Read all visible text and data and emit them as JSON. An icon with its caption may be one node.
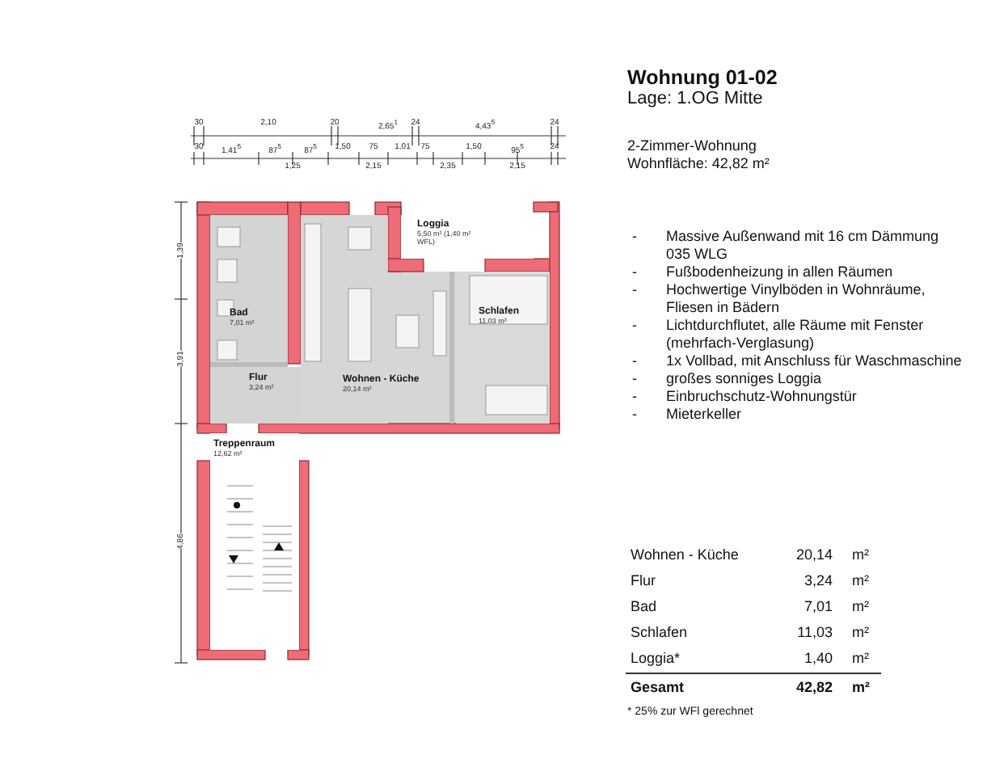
{
  "diagram": {
    "title": "Wohnung 01-02",
    "nodes": [
      {
        "text": [
          "Loggia",
          "5,50 m² (1,40 m² WFL)"
        ]
      },
      {
        "text": [
          "Bad",
          "7,01 m²"
        ]
      },
      {
        "text": [
          "Schlafen",
          "11,03 m²"
        ]
      },
      {
        "text": [
          "Flur",
          "3,24 m²"
        ]
      },
      {
        "text": [
          "Wohnen - Küche",
          "20,14 m²"
        ]
      },
      {
        "text": [
          "Treppenraum",
          "12,62 m²"
        ]
      }
    ],
    "labels": [
      "Lage: 1.OG Mitte",
      "2-Zimmer-Wohnung",
      "Wohnfläche: 42,82 m²",
      "-",
      "Massive Außenwand mit 16 cm Dämmung 035 WLG",
      "-",
      "Fußbodenheizung in allen Räumen",
      "-",
      "Hochwertige Vinylböden in Wohnräume, Fliesen in Bädern",
      "-",
      "Lichtdurchflutet, alle Räume mit Fenster (mehrfach-Verglasung)",
      "-",
      "1x Vollbad, mit Anschluss für Waschmaschine",
      "-",
      "großes sonniges Loggia",
      "-",
      "Einbruchschutz-Wohnungstür",
      "-",
      "Mieterkeller",
      "Wohnen - Küche",
      "20,14",
      "m²",
      "Flur",
      "3,24",
      "m²",
      "Bad",
      "7,01",
      "m²",
      "Schlafen",
      "11,03",
      "m²",
      "Loggia*",
      "1,40",
      "m²",
      "Gesamt",
      "42,82",
      "m²",
      "* 25% zur WFl gerechnet",
      "30",
      "2,10",
      "20",
      "2,65$^{1}$",
      "24",
      "4,43$^{5}$",
      "24",
      "30",
      "1,41$^{5}$",
      "87$^{5}$",
      "87$^{5}$",
      "1,50",
      "75",
      "1,01",
      "75",
      "1,50",
      "95$^{5}$",
      "24",
      "1,25",
      "2,15",
      "2,35",
      "2,15",
      "1,39",
      "3,91",
      "4,86"
    ]
  }
}
